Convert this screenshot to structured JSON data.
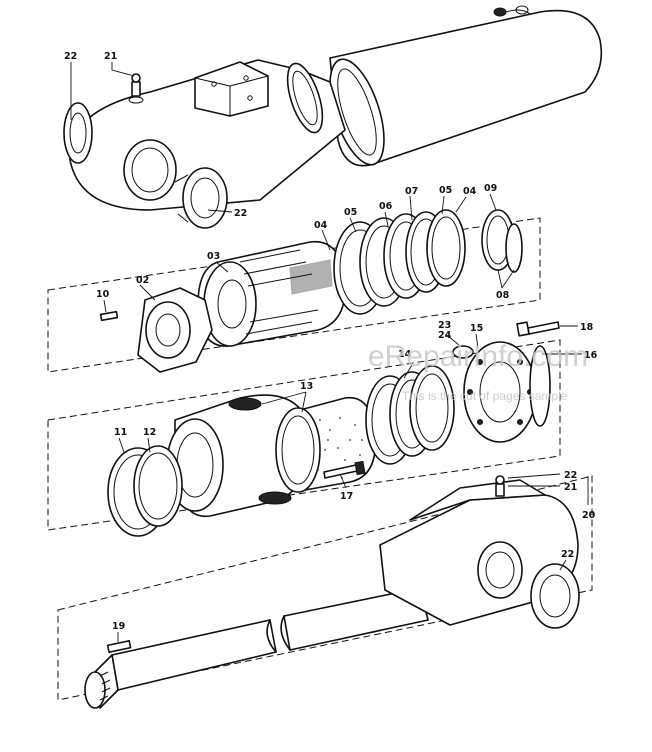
{
  "labels": {
    "l22a": "22",
    "l21a": "21",
    "l22b": "22",
    "l02": "02",
    "l03": "03",
    "l04a": "04",
    "l05a": "05",
    "l06": "06",
    "l07": "07",
    "l05b": "05",
    "l04b": "04",
    "l09": "09",
    "l08": "08",
    "l10": "10",
    "l23": "23",
    "l24": "24",
    "l15": "15",
    "l18": "18",
    "l14": "14",
    "l16": "16",
    "l13": "13",
    "l11": "11",
    "l12": "12",
    "l17": "17",
    "l22c": "22",
    "l21b": "21",
    "l20": "20",
    "l22d": "22",
    "l19": "19"
  },
  "watermark": {
    "site": "eRepairInfo.com",
    "note": "This is the cut of pages sample"
  }
}
